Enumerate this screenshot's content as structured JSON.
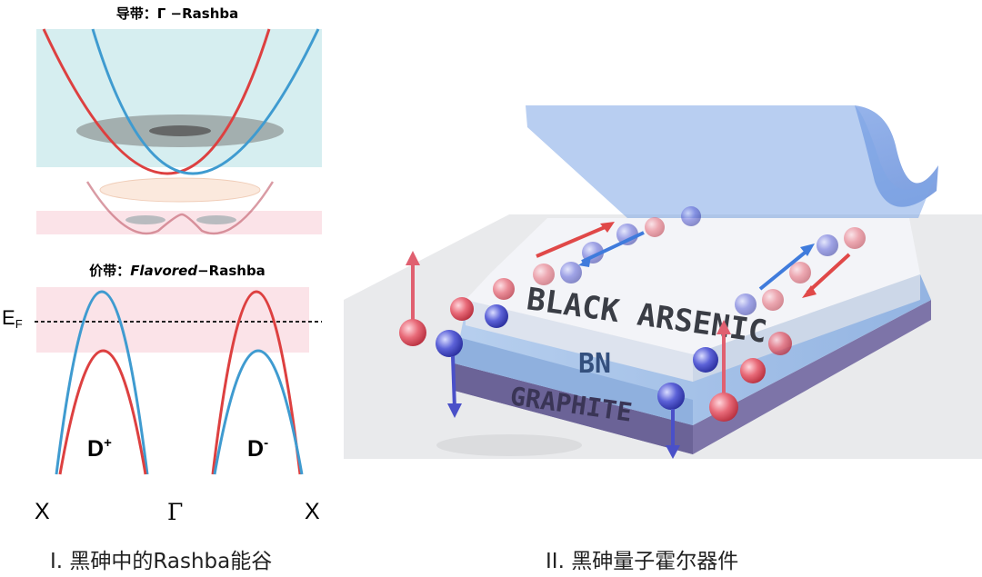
{
  "left_panel": {
    "conduction_title": "导带：Γ −Rashba",
    "valence_title_prefix": "价带：",
    "valence_title_italic": "Flavored",
    "valence_title_suffix": "−Rashba",
    "fermi_label": "E",
    "fermi_sub": "F",
    "valley_plus": "D",
    "valley_plus_sup": "+",
    "valley_minus": "D",
    "valley_minus_sup": "-",
    "k_left": "X",
    "k_center": "Γ",
    "k_right": "X",
    "caption": "I. 黑砷中的Rashba能谷"
  },
  "right_panel": {
    "layer_top": "BLACK ARSENIC",
    "layer_middle": "BN",
    "layer_bottom": "GRAPHITE",
    "caption": "II. 黑砷量子霍尔器件"
  },
  "colors": {
    "spin_up": "#e04848",
    "spin_down": "#3f8fcb",
    "cb_band": "#d6eef0",
    "vb_band": "#fbe3e8",
    "black_arsenic": "#eef0f5",
    "bn": "#a6c4ea",
    "graphite": "#7d74a8",
    "top_gate": "#7ea6e6"
  }
}
